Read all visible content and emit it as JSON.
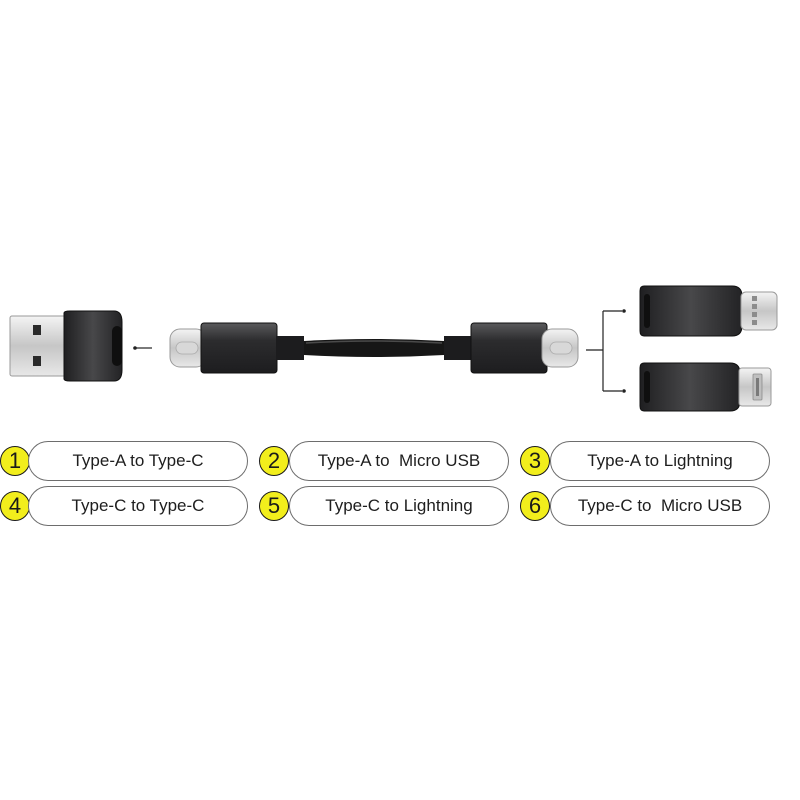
{
  "options": [
    {
      "number": "1",
      "label": "Type-A to Type-C"
    },
    {
      "number": "2",
      "label": "Type-A to  Micro USB"
    },
    {
      "number": "3",
      "label": "Type-A to Lightning"
    },
    {
      "number": "4",
      "label": "Type-C to Type-C"
    },
    {
      "number": "5",
      "label": "Type-C to Lightning"
    },
    {
      "number": "6",
      "label": "Type-C to  Micro USB"
    }
  ],
  "colors": {
    "badge_fill": "#f2ee1c",
    "connector_body": "#2f2f31",
    "metal": "#c9c9c9",
    "cable": "#161616"
  },
  "icons": [
    "usb-a-plug-icon",
    "usb-c-plug-icon",
    "lightning-plug-icon",
    "micro-usb-plug-icon"
  ]
}
